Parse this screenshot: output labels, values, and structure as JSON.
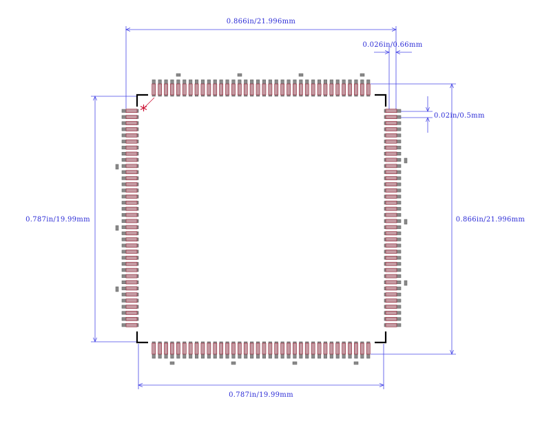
{
  "dimensions": {
    "top_width": "0.866in/21.996mm",
    "pad_width": "0.026in/0.66mm",
    "pitch": "0.02in/0.5mm",
    "left_height": "0.787in/19.99mm",
    "right_height": "0.866in/21.996mm",
    "bottom_width": "0.787in/19.99mm"
  },
  "package": {
    "pins_per_side": 36,
    "pin1_marker": "asterisk"
  },
  "colors": {
    "dimension": "#4646e6",
    "dimension_text": "#2a2ad6",
    "outline": "#000000",
    "pad_fill": "#c49aa2",
    "pad_edge": "#8c1a2c",
    "lead_gray": "#8a8a8a",
    "pin1": "#cc1133"
  }
}
